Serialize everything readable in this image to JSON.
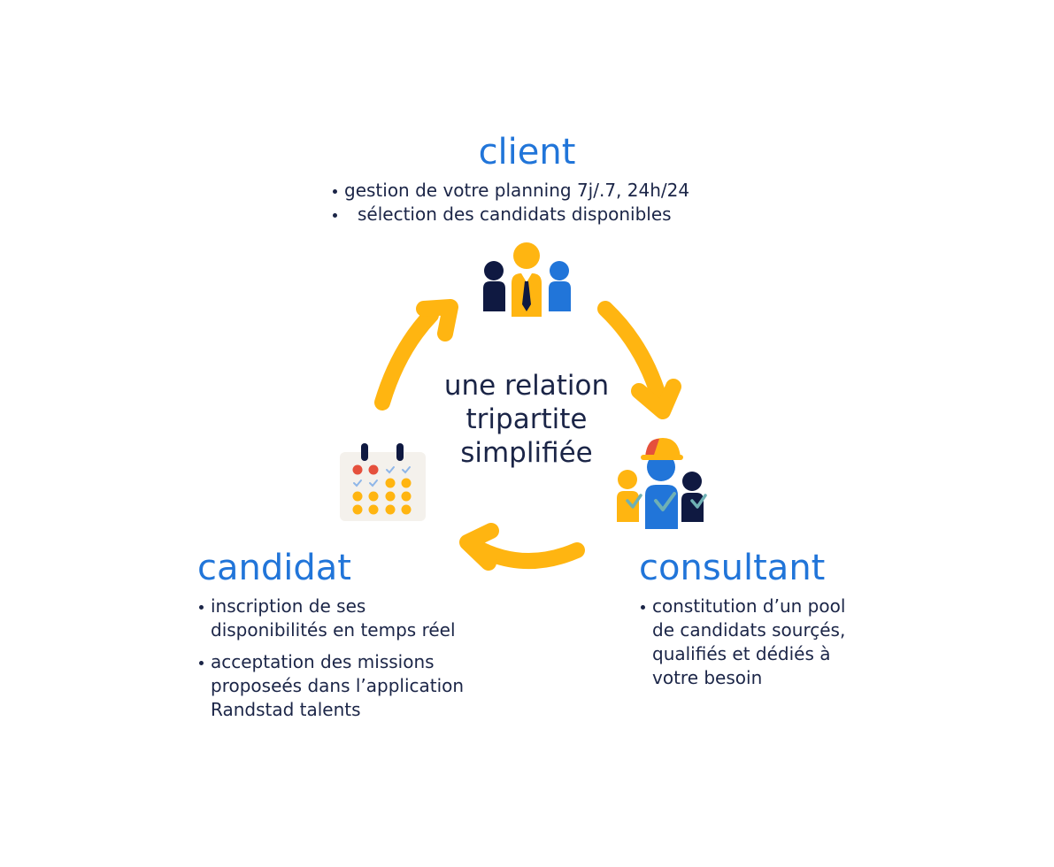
{
  "colors": {
    "accent_blue": "#2175d9",
    "navy": "#0f1941",
    "yellow": "#ffb511",
    "text_dark": "#1b2547",
    "hat_red": "#e5503c",
    "check_teal": "#6fb0b4",
    "calendar_bg": "#f4f1ec",
    "calendar_red": "#e5503c",
    "calendar_check": "#8fb6e8"
  },
  "center": {
    "lines": [
      "une relation",
      "tripartite",
      "simplifiée"
    ]
  },
  "client": {
    "title": "client",
    "bullets": [
      "gestion de votre planning 7j/.7, 24h/24",
      "sélection des candidats disponibles"
    ],
    "icon": "client-group-icon"
  },
  "consultant": {
    "title": "consultant",
    "bullet_lines": [
      "constitution d’un pool",
      "de candidats sourçés,",
      "qualifiés et dédiés à",
      "votre besoin"
    ],
    "icon": "consultant-team-icon"
  },
  "candidat": {
    "title": "candidat",
    "bullets": [
      [
        "inscription de ses",
        "disponibilités en temps réel"
      ],
      [
        "acceptation des missions",
        "proposeés dans l’application",
        "Randstad talents"
      ]
    ],
    "icon": "calendar-icon"
  },
  "arrows": [
    "arrow-candidat-to-client",
    "arrow-client-to-consultant",
    "arrow-consultant-to-candidat"
  ]
}
